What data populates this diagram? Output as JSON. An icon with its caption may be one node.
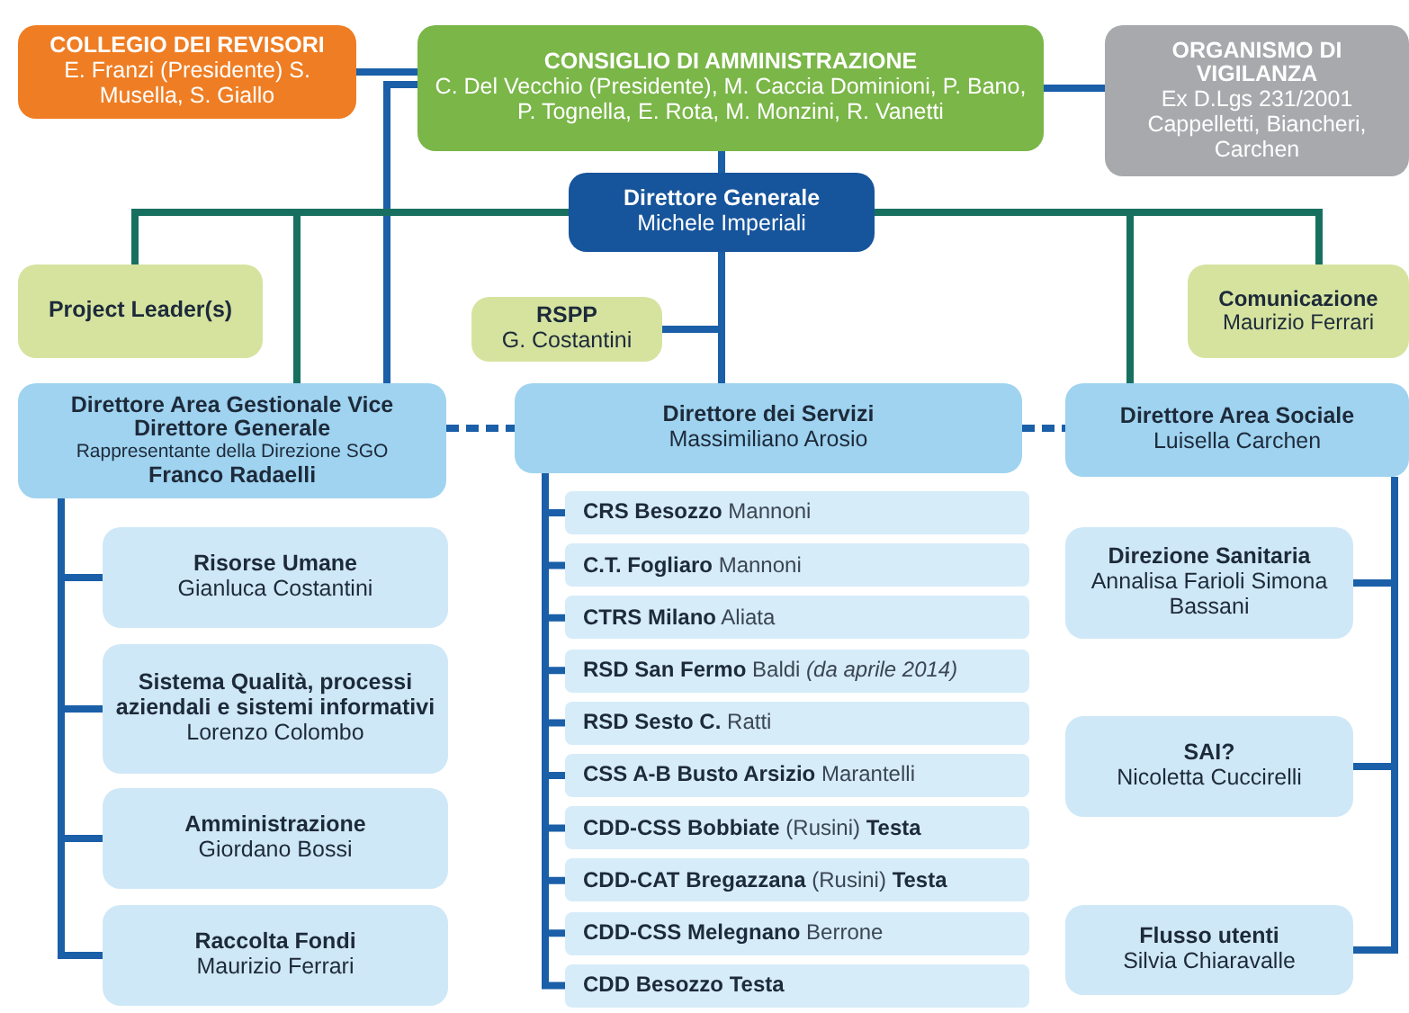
{
  "diagram": {
    "nodes": [
      {
        "text": [
          "COLLEGIO DEI REVISORI",
          "E. Franzi (Presidente) S. Musella, S. Giallo"
        ]
      },
      {
        "text": [
          "CONSIGLIO DI AMMINISTRAZIONE",
          "C. Del Vecchio (Presidente), M. Caccia Dominioni, P. Bano, P. Tognella, E. Rota, M. Monzini, R. Vanetti"
        ]
      },
      {
        "text": [
          "ORGANISMO DI VIGILANZA",
          "Ex D.Lgs 231/2001 Cappelletti, Biancheri, Carchen"
        ]
      },
      {
        "text": [
          "Direttore Generale",
          "Michele Imperiali"
        ]
      },
      {
        "text": [
          "Project Leader(s)"
        ]
      },
      {
        "text": [
          "RSPP",
          "G. Costantini"
        ]
      },
      {
        "text": [
          "Comunicazione",
          "Maurizio Ferrari"
        ]
      },
      {
        "text": [
          "Direttore Area Gestionale Vice Direttore Generale",
          "Rappresentante della Direzione SGO",
          "Franco Radaelli"
        ]
      },
      {
        "text": [
          "Direttore dei Servizi",
          "Massimiliano Arosio"
        ]
      },
      {
        "text": [
          "Direttore Area Sociale",
          "Luisella Carchen"
        ]
      },
      {
        "text": [
          "Risorse Umane",
          "Gianluca Costantini"
        ]
      },
      {
        "text": [
          "Sistema Qualità, processi aziendali e sistemi informativi",
          "Lorenzo Colombo"
        ]
      },
      {
        "text": [
          "Amministrazione",
          "Giordano Bossi"
        ]
      },
      {
        "text": [
          "Raccolta Fondi",
          "Maurizio Ferrari"
        ]
      },
      {
        "text": [
          "**CRS Besozzo** Mannoni"
        ]
      },
      {
        "text": [
          "**C.T. Fogliaro** Mannoni"
        ]
      },
      {
        "text": [
          "**CTRS Milano** Aliata"
        ]
      },
      {
        "text": [
          "**RSD San Fermo** Baldi *(da aprile 2014)*"
        ]
      },
      {
        "text": [
          "**RSD Sesto C.** Ratti"
        ]
      },
      {
        "text": [
          "**CSS A-B Busto Arsizio** Marantelli"
        ]
      },
      {
        "text": [
          "**CDD-CSS Bobbiate** (Rusini) **Testa**"
        ]
      },
      {
        "text": [
          "**CDD-CAT Bregazzana** (Rusini) **Testa**"
        ]
      },
      {
        "text": [
          "**CDD-CSS Melegnano** Berrone"
        ]
      },
      {
        "text": [
          "**CDD Besozzo Testa**"
        ]
      },
      {
        "text": [
          "Direzione Sanitaria",
          "Annalisa Farioli Simona Bassani"
        ]
      },
      {
        "text": [
          "SAI?",
          "Nicoletta Cuccirelli"
        ]
      },
      {
        "text": [
          "Flusso utenti",
          "Silvia Chiaravalle"
        ]
      }
    ],
    "edges": [
      {
        "from": 0,
        "to": 1,
        "arrow": "none"
      },
      {
        "from": 1,
        "to": 2,
        "arrow": "none"
      },
      {
        "from": 1,
        "to": 7,
        "arrow": "none"
      },
      {
        "from": 1,
        "to": 3,
        "arrow": "none"
      },
      {
        "from": 3,
        "to": 8,
        "arrow": "none"
      },
      {
        "from": 5,
        "to": 3,
        "arrow": "none"
      },
      {
        "from": 3,
        "to": 4,
        "arrow": "none",
        "color": "#17705f"
      },
      {
        "from": 3,
        "to": 7,
        "arrow": "none",
        "color": "#17705f"
      },
      {
        "from": 3,
        "to": 9,
        "arrow": "none",
        "color": "#17705f"
      },
      {
        "from": 3,
        "to": 6,
        "arrow": "none",
        "color": "#17705f"
      },
      {
        "from": 7,
        "to": 8,
        "arrow": "none",
        "style": "dashed"
      },
      {
        "from": 8,
        "to": 9,
        "arrow": "none",
        "style": "dashed"
      },
      {
        "from": 7,
        "to": 10,
        "arrow": "none"
      },
      {
        "from": 7,
        "to": 11,
        "arrow": "none"
      },
      {
        "from": 7,
        "to": 12,
        "arrow": "none"
      },
      {
        "from": 7,
        "to": 13,
        "arrow": "none"
      },
      {
        "from": 8,
        "to": 14,
        "arrow": "none"
      },
      {
        "from": 8,
        "to": 15,
        "arrow": "none"
      },
      {
        "from": 8,
        "to": 16,
        "arrow": "none"
      },
      {
        "from": 8,
        "to": 17,
        "arrow": "none"
      },
      {
        "from": 8,
        "to": 18,
        "arrow": "none"
      },
      {
        "from": 8,
        "to": 19,
        "arrow": "none"
      },
      {
        "from": 8,
        "to": 20,
        "arrow": "none"
      },
      {
        "from": 8,
        "to": 21,
        "arrow": "none"
      },
      {
        "from": 8,
        "to": 22,
        "arrow": "none"
      },
      {
        "from": 8,
        "to": 23,
        "arrow": "none"
      },
      {
        "from": 9,
        "to": 24,
        "arrow": "none"
      },
      {
        "from": 9,
        "to": 25,
        "arrow": "none"
      },
      {
        "from": 9,
        "to": 26,
        "arrow": "none"
      }
    ]
  }
}
